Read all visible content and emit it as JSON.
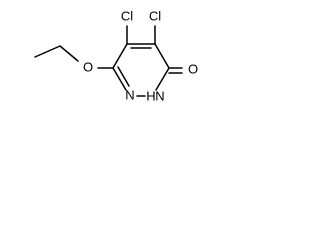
{
  "molecule": {
    "atoms": {
      "cl_left": "Cl",
      "cl_right": "Cl",
      "oxygen_ether": "O",
      "oxygen_carbonyl": "O",
      "nitrogen_ring": "N",
      "nitrogen_nh": "N",
      "hydrogen_nh": "H"
    },
    "colors": {
      "bond": "#000000",
      "label": "#000000",
      "background": "#ffffff"
    }
  }
}
